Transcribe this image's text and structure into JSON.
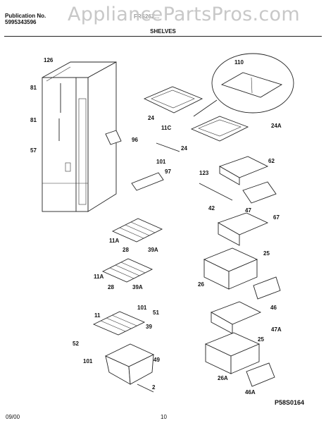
{
  "header": {
    "publication_label": "Publication No.",
    "publication_number": "5995343596",
    "model_partial": "FRS26Z...",
    "section_title": "SHELVES"
  },
  "watermark": "AppliancePartsPros.com",
  "footer": {
    "date": "09/00",
    "page": "10",
    "figure_code": "P58S0164"
  },
  "callouts": [
    "126",
    "81",
    "81",
    "57",
    "96",
    "97",
    "110",
    "24",
    "11C",
    "101",
    "24",
    "24A",
    "123",
    "62",
    "42",
    "67",
    "47",
    "11A",
    "28",
    "39A",
    "25",
    "11A",
    "28",
    "39A",
    "26",
    "46",
    "11",
    "101",
    "51",
    "39",
    "52",
    "101",
    "49",
    "47A",
    "25",
    "26A",
    "2",
    "46A"
  ]
}
